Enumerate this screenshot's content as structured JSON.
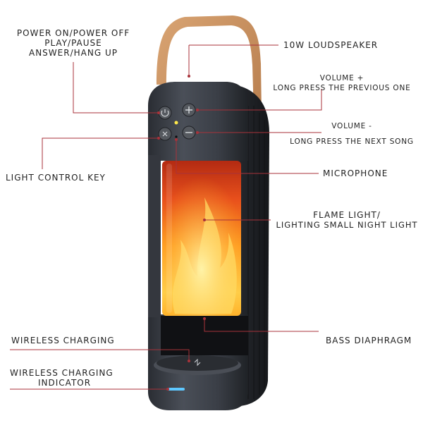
{
  "labels": {
    "power": [
      "POWER ON/POWER OFF",
      "PLAY/PAUSE",
      "ANSWER/HANG UP"
    ],
    "loudspeaker": "10W LOUDSPEAKER",
    "volume_up": [
      "VOLUME +",
      "LONG PRESS THE PREVIOUS ONE"
    ],
    "volume_down": [
      "VOLUME -",
      "LONG PRESS THE NEXT SONG"
    ],
    "light_control": "LIGHT CONTROL KEY",
    "microphone": "MICROPHONE",
    "flame_light": [
      "FLAME LIGHT/",
      "LIGHTING SMALL NIGHT LIGHT"
    ],
    "bass": "BASS DIAPHRAGM",
    "wireless_charging": "WIRELESS CHARGING",
    "charging_indicator": [
      "WIRELESS CHARGING",
      "INDICATOR"
    ]
  },
  "icons": [
    "power-button-icon",
    "plus-icon",
    "minus-icon",
    "light-key-icon",
    "wireless-charge-icon"
  ],
  "colors": {
    "callout_line": "#a8323a",
    "body_dark": "#3b3f48",
    "handle": "#c98f5c",
    "flame": "#ff9a1f",
    "indicator": "#5ec8ff"
  }
}
